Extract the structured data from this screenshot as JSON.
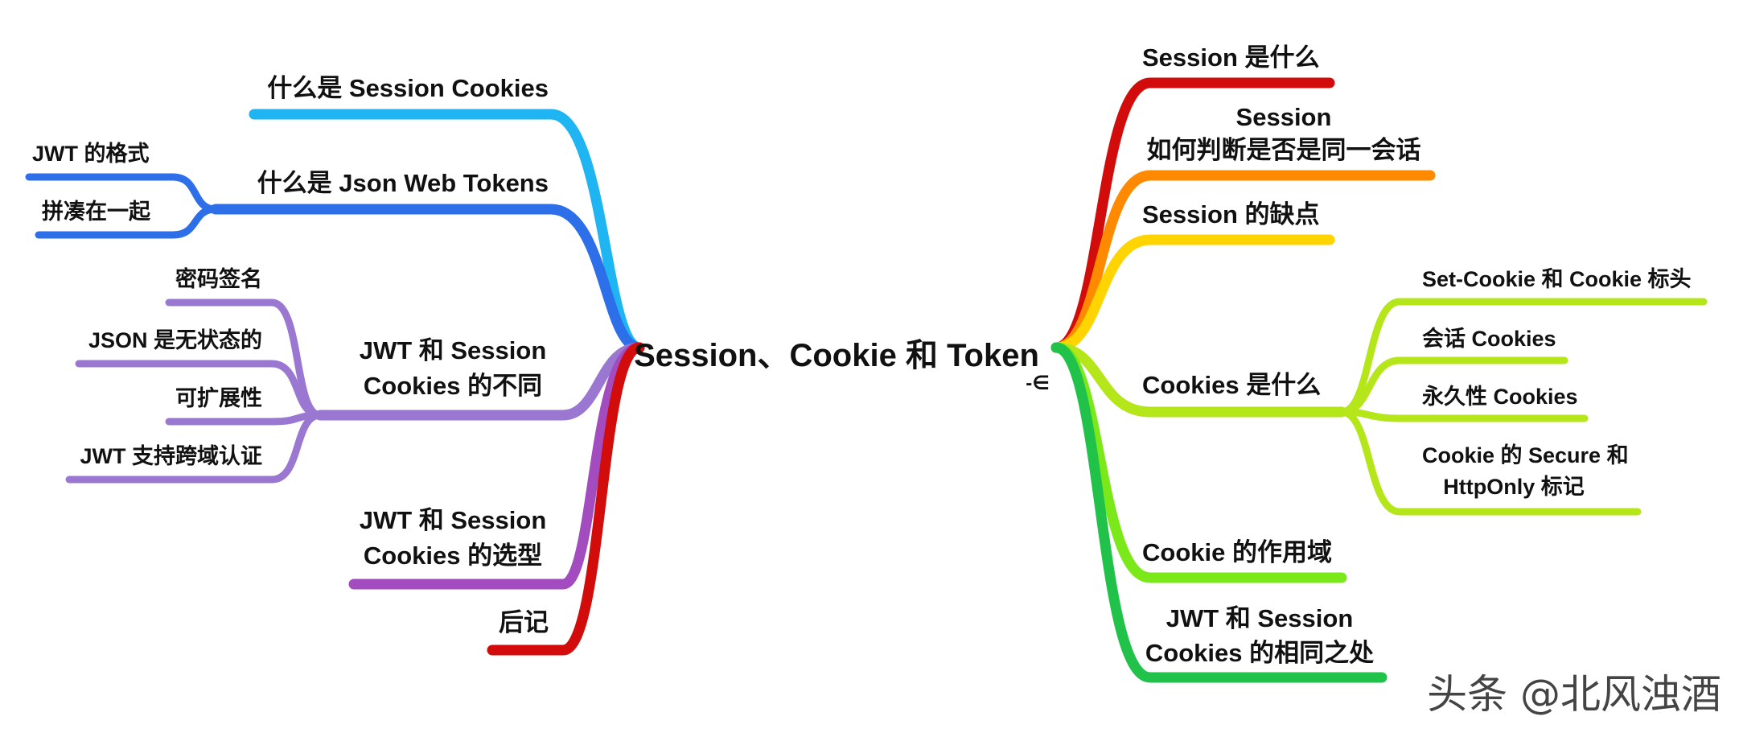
{
  "colors": {
    "what_is_session_cookies": "#1FB4F2",
    "what_is_jwt": "#2D6FE8",
    "jwt_vs_session_diff": "#9A78D2",
    "jwt_vs_session_choice": "#A24CC0",
    "afterword": "#D20B0B",
    "what_is_session": "#D20B0B",
    "session_same_conversation": "#FF8A00",
    "session_drawbacks": "#FFD400",
    "what_is_cookies": "#B4E61A",
    "cookie_scope": "#7BE81A",
    "jwt_session_similarities": "#21C24A"
  },
  "central_topic": {
    "label": "Session、Cookie 和 Token",
    "marker_icon": "element-of-icon",
    "marker_glyph": "-∈"
  },
  "left": {
    "what_is_session_cookies": {
      "label": "什么是 Session Cookies"
    },
    "what_is_jwt": {
      "label": "什么是 Json Web Tokens",
      "children": [
        "JWT 的格式",
        "拼凑在一起"
      ]
    },
    "jwt_vs_session_diff": {
      "lines": [
        "JWT 和 Session",
        "Cookies 的不同"
      ],
      "children": [
        "密码签名",
        "JSON 是无状态的",
        "可扩展性",
        "JWT 支持跨域认证"
      ]
    },
    "jwt_vs_session_choice": {
      "lines": [
        "JWT 和 Session",
        "Cookies 的选型"
      ]
    },
    "afterword": {
      "label": "后记"
    }
  },
  "right": {
    "what_is_session": {
      "label": "Session 是什么"
    },
    "session_same_conversation": {
      "lines": [
        "Session",
        "如何判断是否是同一会话"
      ]
    },
    "session_drawbacks": {
      "label": "Session 的缺点"
    },
    "what_is_cookies": {
      "label": "Cookies 是什么",
      "children": [
        "Set-Cookie 和 Cookie 标头",
        "会话 Cookies",
        "永久性 Cookies"
      ],
      "child_multiline": [
        "Cookie 的 Secure 和",
        "HttpOnly 标记"
      ]
    },
    "cookie_scope": {
      "label": "Cookie 的作用域"
    },
    "jwt_session_similarities": {
      "lines": [
        "JWT 和 Session",
        "Cookies 的相同之处"
      ]
    }
  },
  "watermark": "头条 @北风浊酒"
}
